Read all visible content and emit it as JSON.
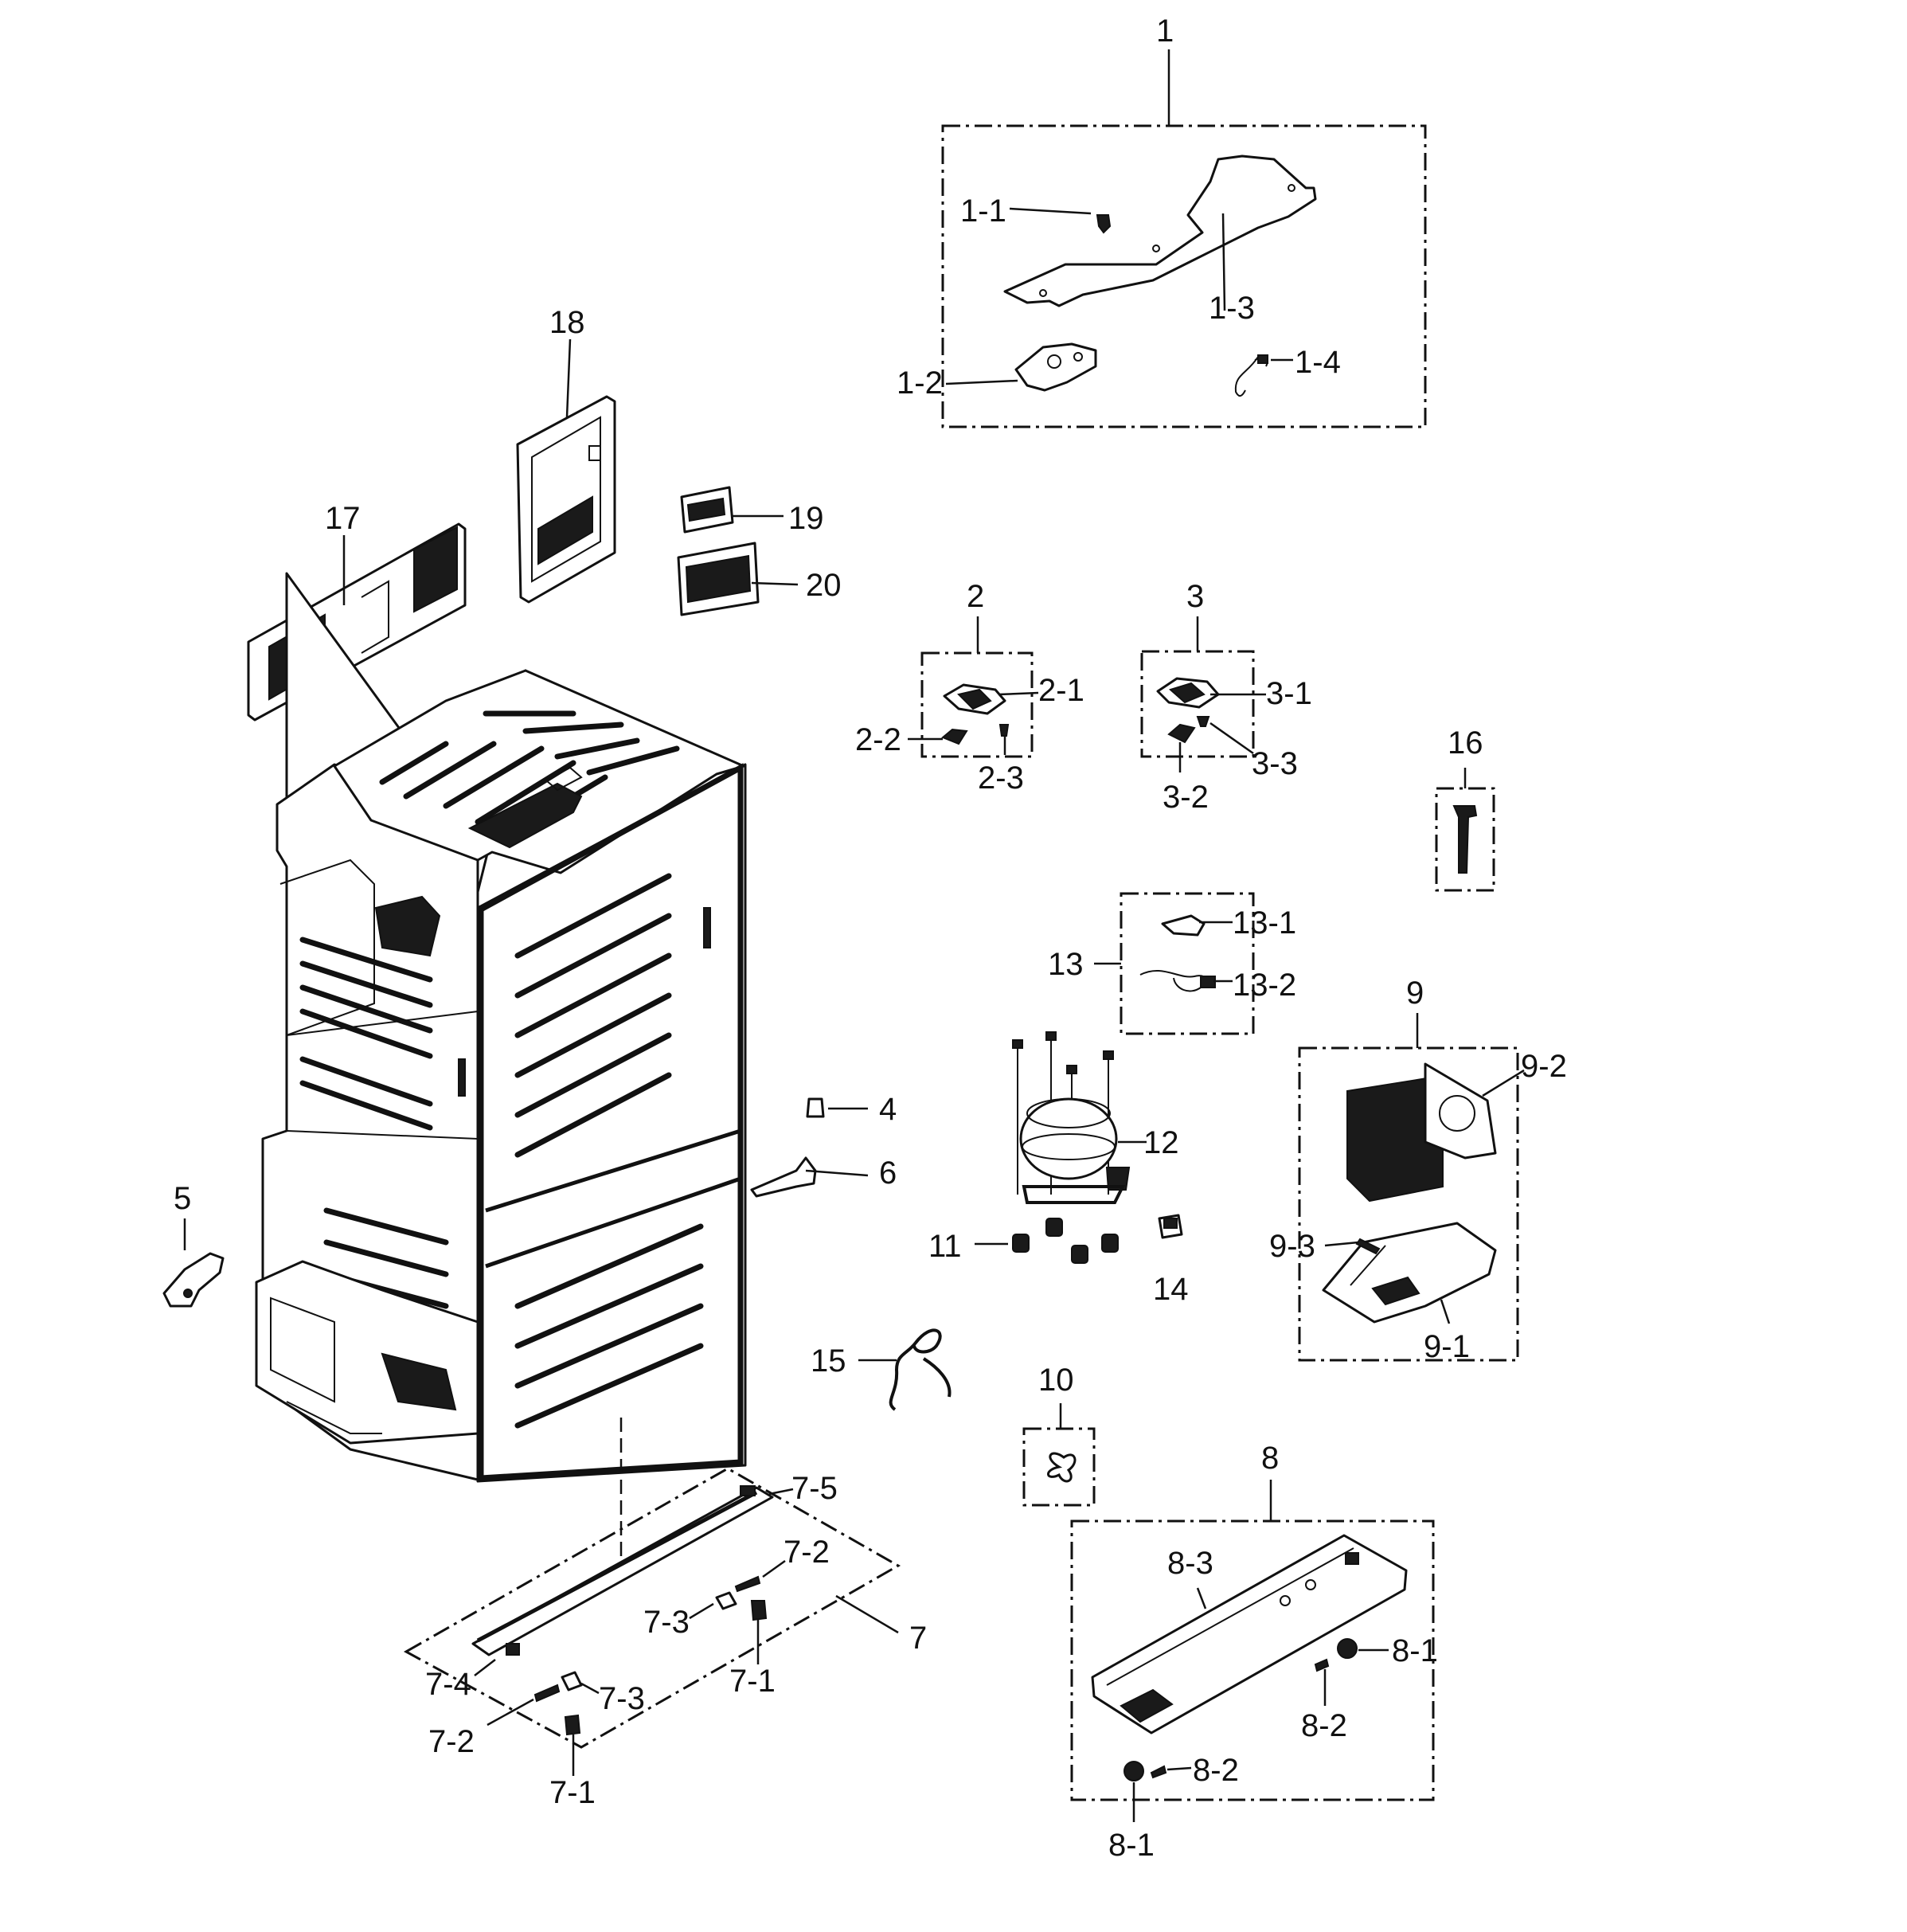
{
  "labels": {
    "p1": "1",
    "p1_1": "1-1",
    "p1_2": "1-2",
    "p1_3": "1-3",
    "p1_4": "1-4",
    "p2": "2",
    "p2_1": "2-1",
    "p2_2": "2-2",
    "p2_3": "2-3",
    "p3": "3",
    "p3_1": "3-1",
    "p3_2": "3-2",
    "p3_3": "3-3",
    "p4": "4",
    "p5": "5",
    "p6": "6",
    "p7": "7",
    "p7_1a": "7-1",
    "p7_1b": "7-1",
    "p7_2a": "7-2",
    "p7_2b": "7-2",
    "p7_3a": "7-3",
    "p7_3b": "7-3",
    "p7_4": "7-4",
    "p7_5": "7-5",
    "p8": "8",
    "p8_1a": "8-1",
    "p8_1b": "8-1",
    "p8_2a": "8-2",
    "p8_2b": "8-2",
    "p8_3": "8-3",
    "p9": "9",
    "p9_1": "9-1",
    "p9_2": "9-2",
    "p9_3": "9-3",
    "p10": "10",
    "p11": "11",
    "p12": "12",
    "p13": "13",
    "p13_1": "13-1",
    "p13_2": "13-2",
    "p14": "14",
    "p15": "15",
    "p16": "16",
    "p17": "17",
    "p18": "18",
    "p19": "19",
    "p20": "20"
  }
}
